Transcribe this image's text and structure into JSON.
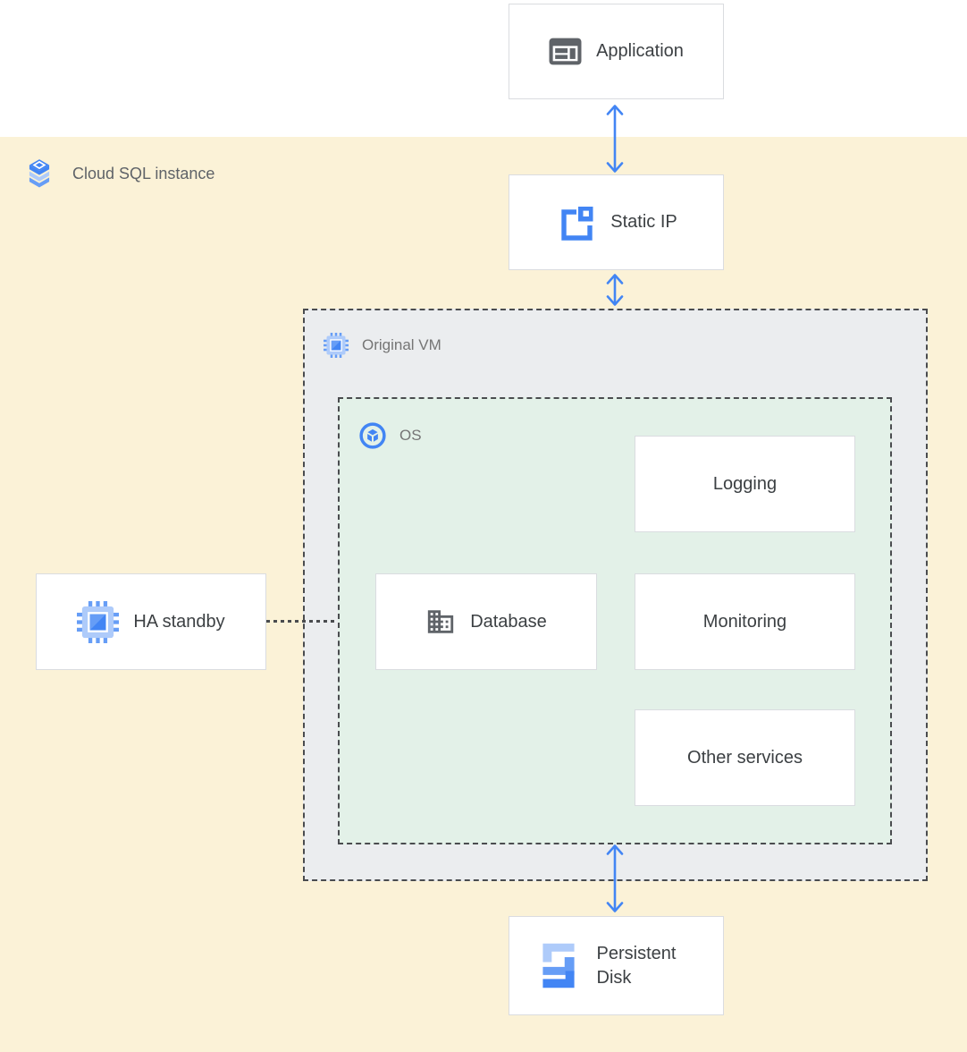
{
  "colors": {
    "accent": "#4285F4",
    "blue-mid": "#669DF6",
    "blue-light": "#AECBFA",
    "icon-gray": "#5F6368",
    "text-dark": "#3C4043",
    "text-muted": "#757575",
    "region-bg": "#FBF2D7",
    "vm-bg": "#EBEDEF",
    "os-bg": "#E3F1E8",
    "node-border": "#DADCE0",
    "dash": "#4A4C4F",
    "white": "#FFFFFF"
  },
  "containers": {
    "cloud_sql": {
      "label": "Cloud SQL instance",
      "icon": "cloud-sql-icon"
    },
    "original_vm": {
      "label": "Original VM",
      "icon": "compute-engine-icon"
    },
    "os": {
      "label": "OS",
      "icon": "os-image-icon"
    }
  },
  "nodes": {
    "application": {
      "label": "Application",
      "icon": "application-window-icon"
    },
    "static_ip": {
      "label": "Static IP",
      "icon": "static-ip-icon"
    },
    "ha_standby": {
      "label": "HA standby",
      "icon": "compute-engine-icon"
    },
    "database": {
      "label": "Database",
      "icon": "building-icon"
    },
    "logging": {
      "label": "Logging"
    },
    "monitoring": {
      "label": "Monitoring"
    },
    "other_services": {
      "label": "Other services"
    },
    "persistent_disk": {
      "label": "Persistent Disk",
      "icon": "persistent-disk-icon"
    }
  }
}
